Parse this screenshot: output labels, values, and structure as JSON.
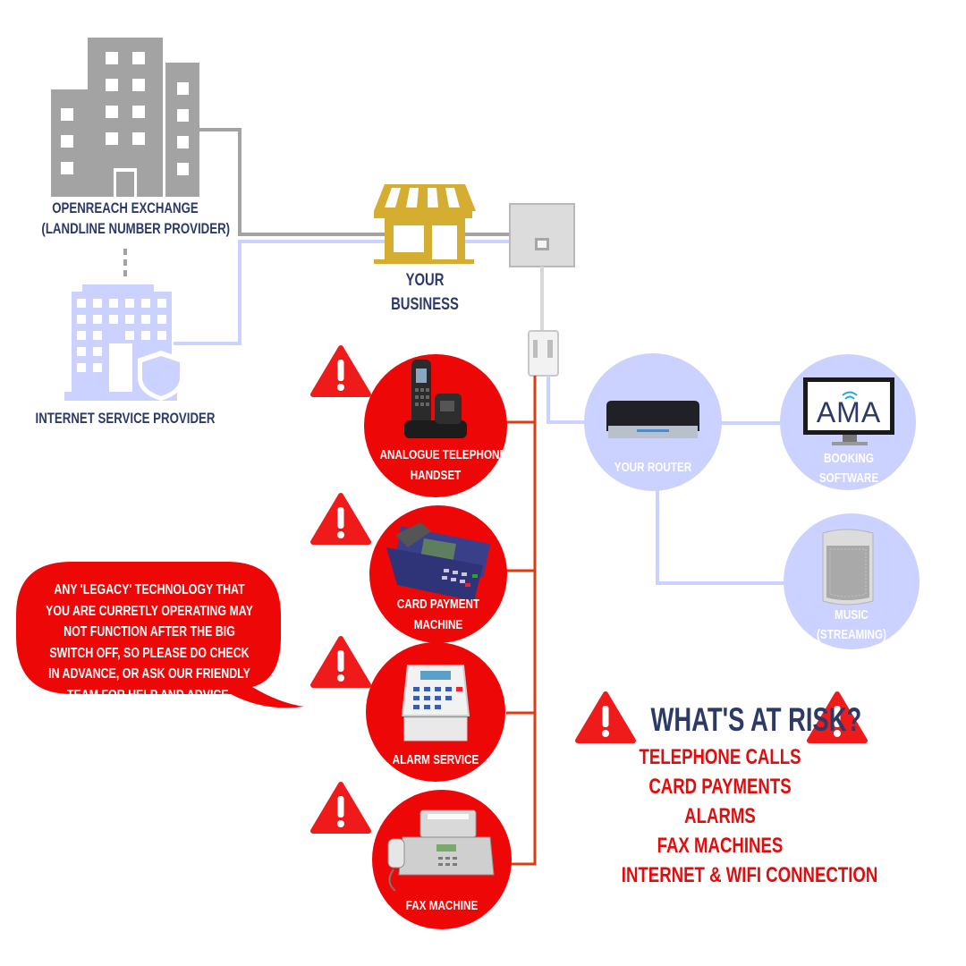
{
  "exchange": {
    "line1": "OPENREACH EXCHANGE",
    "line2": "(LANDLINE NUMBER PROVIDER)"
  },
  "isp": {
    "label": "INTERNET SERVICE PROVIDER"
  },
  "business": {
    "line1": "YOUR",
    "line2": "BUSINESS"
  },
  "devices": [
    {
      "line1": "ANALOGUE TELEPHONE",
      "line2": "HANDSET",
      "icon": "telephone-icon"
    },
    {
      "line1": "CARD PAYMENT",
      "line2": "MACHINE",
      "icon": "card-machine-icon"
    },
    {
      "line1": "ALARM SERVICE",
      "line2": "",
      "icon": "alarm-keypad-icon"
    },
    {
      "line1": "FAX MACHINE",
      "line2": "",
      "icon": "fax-machine-icon"
    }
  ],
  "router": {
    "label": "YOUR ROUTER"
  },
  "booking": {
    "line1": "BOOKING",
    "line2": "SOFTWARE",
    "logo": "AMA"
  },
  "music": {
    "line1": "MUSIC",
    "line2": "(STREAMING)"
  },
  "notice": {
    "text": "ANY 'LEGACY' TECHNOLOGY THAT YOU ARE CURRETLY OPERATING MAY NOT FUNCTION AFTER THE BIG SWITCH OFF, SO PLEASE DO CHECK IN ADVANCE, OR ASK OUR FRIENDLY TEAM FOR HELP AND ADVICE."
  },
  "risk": {
    "title": "WHAT'S AT RISK?",
    "items": [
      "TELEPHONE CALLS",
      "CARD PAYMENTS",
      "ALARMS",
      "FAX MACHINES",
      "INTERNET & WIFI CONNECTION"
    ]
  },
  "colors": {
    "navy": "#2d3a68",
    "red": "#e30b0b",
    "lavender": "#ccd2ff",
    "gold": "#d4ad31",
    "grey": "#a3a3a3"
  }
}
